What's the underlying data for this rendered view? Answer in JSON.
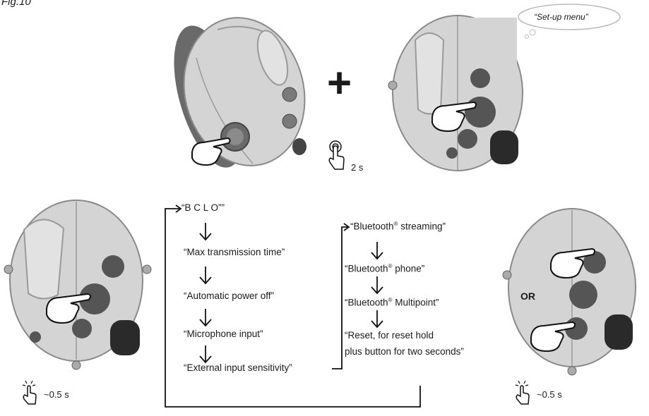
{
  "figure": {
    "label": "Fig.10",
    "bubble_text": "“Set-up menu”",
    "plus": "+",
    "or_label": "OR"
  },
  "timings": {
    "top_hold": "2 s",
    "left_press": "~0.5 s",
    "right_press": "~0.5 s"
  },
  "menu_left": [
    "“B C L O””",
    "“Max transmission time”",
    "“Automatic power off”",
    "“Microphone input”",
    "“External input sensitivity”"
  ],
  "menu_right": {
    "bluetooth_word": "“Bluetooth",
    "registered": "®",
    "streaming_suffix": " streaming”",
    "phone_suffix": " phone”",
    "multipoint_suffix": " Multipoint”",
    "reset_line1": "“Reset, for reset hold",
    "reset_line2": "plus button for two seconds”"
  },
  "icons": [
    "hand-hold-icon",
    "hand-press-icon",
    "pointing-hand-icon",
    "arrow-down-icon",
    "speech-bubble-icon"
  ],
  "colors": {
    "device_body": "#d4d4d4",
    "device_outline": "#8a8a8a",
    "device_dark": "#555555",
    "line": "#111111"
  }
}
